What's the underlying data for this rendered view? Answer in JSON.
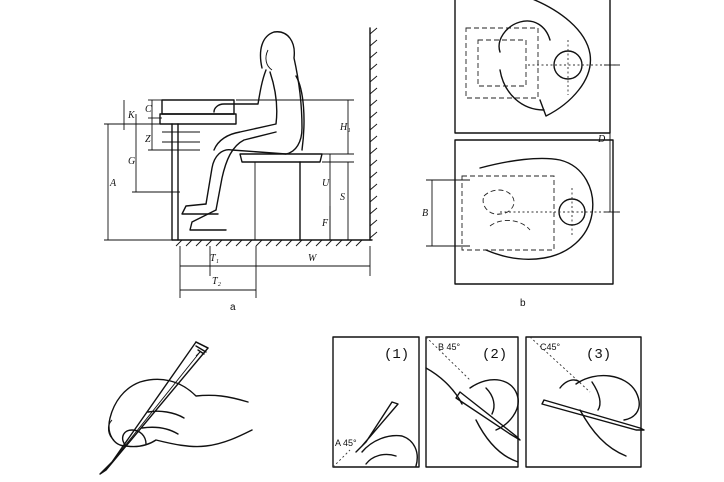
{
  "panel_a": {
    "caption": "a",
    "labels": {
      "K": "K",
      "C": "C",
      "Z": "Z",
      "G": "G",
      "A": "A",
      "H1": "H₁",
      "U": "U",
      "S": "S",
      "F": "F",
      "T1": "T₁",
      "T2": "T₂",
      "W": "W"
    }
  },
  "panel_b": {
    "caption": "b",
    "labels": {
      "B": "B",
      "D": "D"
    }
  },
  "steps": [
    {
      "number": "(1)",
      "angle_label": "A 45°"
    },
    {
      "number": "(2)",
      "angle_label": "B 45°"
    },
    {
      "number": "(3)",
      "angle_label": "C45°"
    }
  ]
}
